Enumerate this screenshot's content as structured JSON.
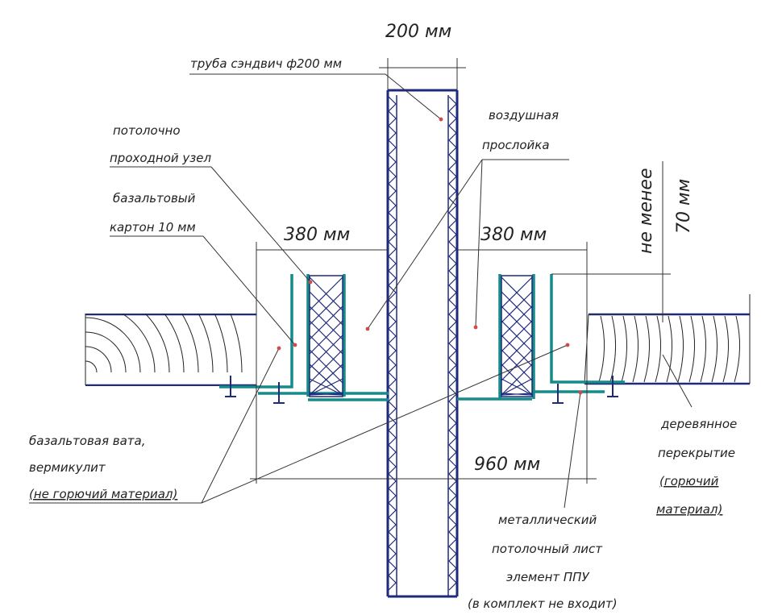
{
  "labels": {
    "pipe": "труба сэндвич ф200 мм",
    "ceiling_node_1": "потолочно",
    "ceiling_node_2": "проходной узел",
    "basalt_card_1": "базальтовый",
    "basalt_card_2": "картон 10 мм",
    "air_gap_1": "воздушная",
    "air_gap_2": "прослойка",
    "basalt_wool_1": "базальтовая вата,",
    "basalt_wool_2": "вермикулит",
    "basalt_wool_3": "(не горючий материал)",
    "wood_floor_1": "деревянное",
    "wood_floor_2": "перекрытие",
    "wood_floor_3": "(горючий",
    "wood_floor_4": "материал)",
    "metal_sheet_1": "металлический",
    "metal_sheet_2": "потолочный лист",
    "metal_sheet_3": "элемент ППУ",
    "metal_sheet_4": "(в комплект не входит)"
  },
  "dimensions": {
    "pipe_width": "200 мм",
    "left_width": "380 мм",
    "right_width": "380 мм",
    "total_width": "960 мм",
    "min_height_1": "не менее",
    "min_height_2": "70 мм"
  },
  "colors": {
    "pipe": "#1f2a7a",
    "plate": "#178a8a",
    "marker": "#d04a4a"
  }
}
